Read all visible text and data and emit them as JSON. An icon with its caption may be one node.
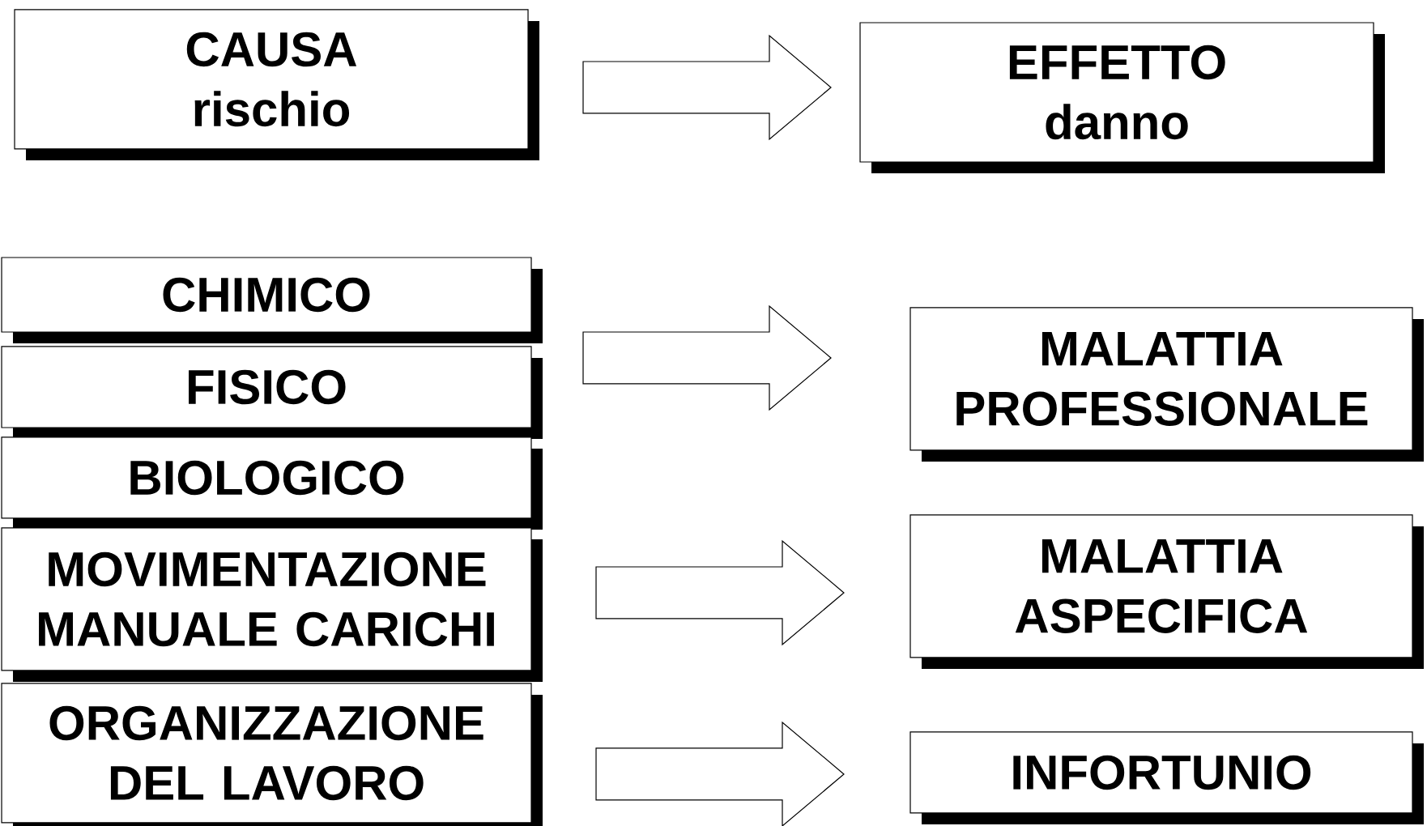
{
  "diagram": {
    "nodes": [
      {
        "text": [
          "CAUSA",
          "rischio"
        ]
      },
      {
        "text": [
          "EFFETTO",
          "danno"
        ]
      },
      {
        "text": [
          "CHIMICO"
        ]
      },
      {
        "text": [
          "FISICO"
        ]
      },
      {
        "text": [
          "BIOLOGICO"
        ]
      },
      {
        "text": [
          "MOVIMENTAZIONE MANUALE CARICHI"
        ]
      },
      {
        "text": [
          "ORGANIZZAZIONE DEL LAVORO"
        ]
      },
      {
        "text": [
          "MALATTIA PROFESSIONALE"
        ]
      },
      {
        "text": [
          "MALATTIA ASPECIFICA"
        ]
      },
      {
        "text": [
          "INFORTUNIO"
        ]
      }
    ],
    "edges": [
      {
        "from": 0,
        "to": 1,
        "arrow": "to"
      },
      {
        "from": 3,
        "to": 7,
        "arrow": "to"
      },
      {
        "from": 5,
        "to": 8,
        "arrow": "to"
      },
      {
        "from": 6,
        "to": 9,
        "arrow": "to"
      }
    ]
  }
}
